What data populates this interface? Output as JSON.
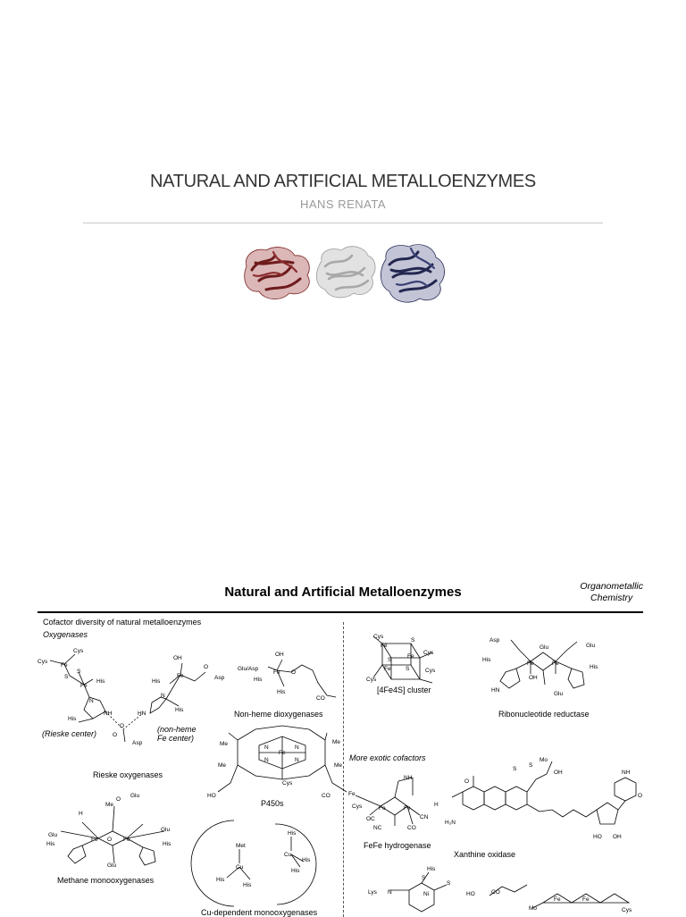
{
  "title_slide": {
    "title": "NATURAL AND ARTIFICIAL METALLOENZYMES",
    "author": "HANS RENATA"
  },
  "slide2": {
    "title": "Natural and Artificial Metalloenzymes",
    "corner_line1": "Organometallic",
    "corner_line2": "Chemistry",
    "heading": "Cofactor diversity of natural metalloenzymes",
    "oxygenases": "Oxygenases",
    "more_exotic": "More exotic cofactors",
    "labels": {
      "rieske_center": "(Rieske center)",
      "non_heme_center_1": "(non-heme",
      "non_heme_center_2": "Fe center)",
      "rieske_oxygenases": "Rieske oxygenases",
      "non_heme_dioxygenases": "Non-heme dioxygenases",
      "p450s": "P450s",
      "methane_monooxygenases": "Methane monooxygenases",
      "cu_monooxygenases": "Cu-dependent monooxygenases",
      "fe4s_cluster": "[4Fe4S] cluster",
      "ribonucleotide_reductase": "Ribonucleotide reductase",
      "fefe_hydrogenase": "FeFe hydrogenase",
      "xanthine_oxidase": "Xanthine oxidase"
    }
  },
  "colors": {
    "protein_1": "#8b2a2a",
    "protein_2": "#c9c9c9",
    "protein_3": "#2b2f5a",
    "rule": "#c8c8c8",
    "title_text": "#333333",
    "author_text": "#999999"
  }
}
